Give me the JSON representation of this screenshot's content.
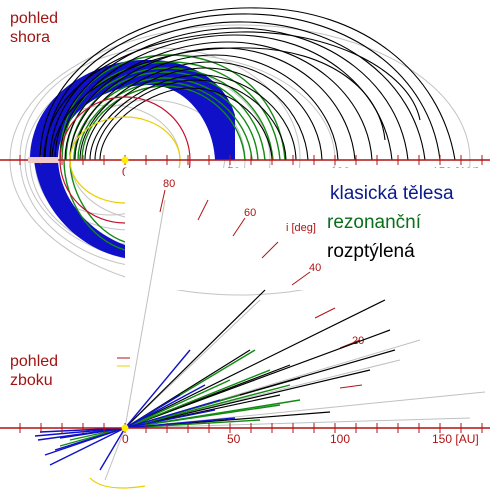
{
  "views": {
    "top": [
      "pohled",
      "shora"
    ],
    "side": [
      "pohled",
      "zboku"
    ]
  },
  "axis": {
    "unit": "[AU]",
    "ticks": [
      "0",
      "50",
      "100",
      "150"
    ],
    "last_tick_with_unit": "150 [AU]"
  },
  "inclination": {
    "label": "i [deg]",
    "ticks": [
      "20",
      "40",
      "60",
      "80"
    ]
  },
  "legend": [
    {
      "label": "klasická tělesa",
      "color": "#0a1a8c"
    },
    {
      "label": "rezonanční",
      "color": "#0a6e1a"
    },
    {
      "label": "rozptýlená",
      "color": "#000000"
    }
  ],
  "colors": {
    "axis": "#b01414",
    "classical": "#1010c8",
    "resonant": "#128a12",
    "scattered": "#000000",
    "other": "#bbbbbb",
    "planets_inner": "#c01030",
    "planets_outer": "#e8d000"
  }
}
